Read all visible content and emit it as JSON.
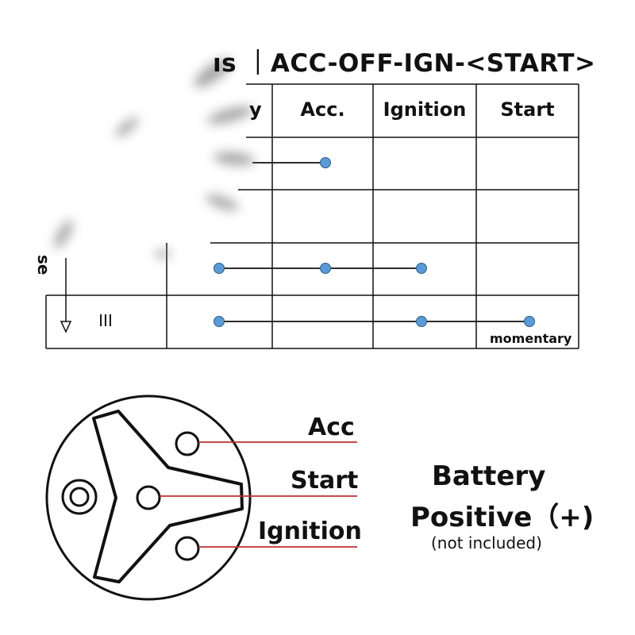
{
  "header": {
    "title_suffix": "ıs ｜ACC-OFF-IGN-<START>"
  },
  "table": {
    "columns": [
      "y",
      "Acc.",
      "Ignition",
      "Start"
    ],
    "rows": [
      {
        "label": "",
        "contacts": [
          "Acc."
        ]
      },
      {
        "label": "",
        "contacts": []
      },
      {
        "label": "se",
        "contacts": [
          "Battery",
          "Acc.",
          "Ignition"
        ]
      },
      {
        "label": "III",
        "contacts": [
          "Battery",
          "Ignition",
          "Start"
        ],
        "note": "momentary"
      }
    ]
  },
  "colors": {
    "dot": "#5b9bd5",
    "wire": "#c03030",
    "line": "#111111"
  },
  "switch_diagram": {
    "wires": [
      "Acc",
      "Start",
      "Ignition"
    ]
  },
  "battery": {
    "line1": "Battery",
    "line2": "Positive（+)",
    "note": "(not included)"
  }
}
